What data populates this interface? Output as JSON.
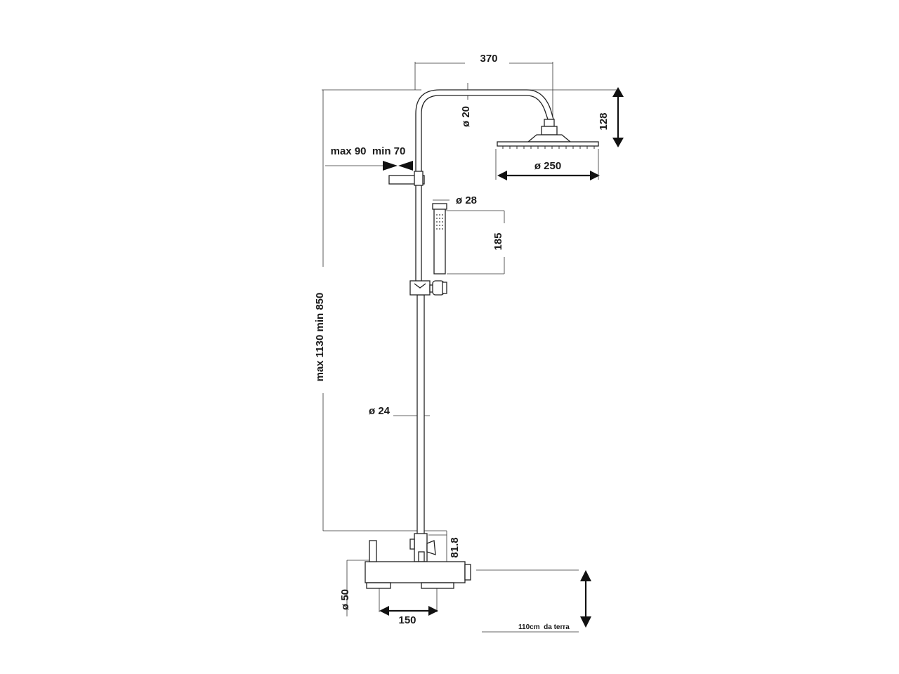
{
  "dimensions": {
    "arm_length": "370",
    "arm_diameter": "ø 20",
    "head_height": "128",
    "head_diameter": "ø 250",
    "support_range": "max 90  min 70",
    "hand_shower_diameter": "ø 28",
    "hand_shower_length": "185",
    "column_height": "max 1130 min 850",
    "column_diameter": "ø 24",
    "diverter_height": "81.8",
    "knob_diameter": "ø 50",
    "mixer_width": "150",
    "floor_height": "110cm  da terra"
  }
}
